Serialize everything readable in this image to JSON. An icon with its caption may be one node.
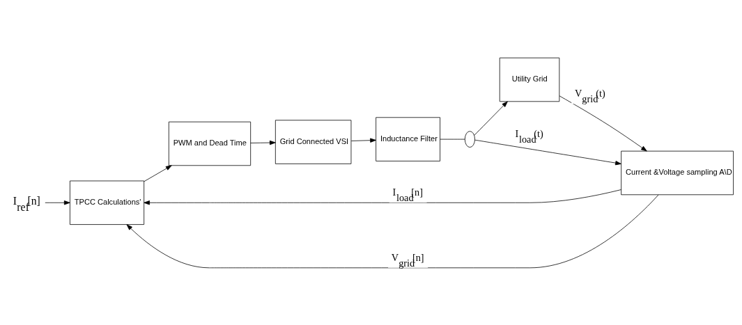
{
  "diagram": {
    "nodes": [
      {
        "text": [
          "I$_{ref}$[n]"
        ]
      },
      {
        "text": [
          "TPCC Calculations'"
        ]
      },
      {
        "text": [
          "PWM and Dead Time"
        ]
      },
      {
        "text": [
          "Grid Connected VSI"
        ]
      },
      {
        "text": [
          "Inductance Filter"
        ]
      },
      {
        "text": [],
        "shape": "circle"
      },
      {
        "text": [
          "Utility Grid"
        ]
      },
      {
        "text": [
          "Current &Voltage sampling A\\D"
        ]
      }
    ],
    "edges": [
      {
        "from": 0,
        "to": 1,
        "arrow": "to"
      },
      {
        "from": 1,
        "to": 2,
        "arrow": "to"
      },
      {
        "from": 2,
        "to": 3,
        "arrow": "to"
      },
      {
        "from": 3,
        "to": 4,
        "arrow": "to"
      },
      {
        "from": 4,
        "to": 5,
        "arrow": "none"
      },
      {
        "from": 5,
        "to": 6,
        "arrow": "to"
      },
      {
        "from": 5,
        "to": 7,
        "arrow": "to",
        "label": "I$_{load}$(t)"
      },
      {
        "from": 6,
        "to": 7,
        "arrow": "to",
        "label": "V$_{grid}$(t)"
      },
      {
        "from": 7,
        "to": 1,
        "arrow": "to",
        "label": "I$_{load}$[n]"
      },
      {
        "from": 7,
        "to": 1,
        "arrow": "to",
        "label": "V$_{grid}$[n]"
      }
    ]
  }
}
